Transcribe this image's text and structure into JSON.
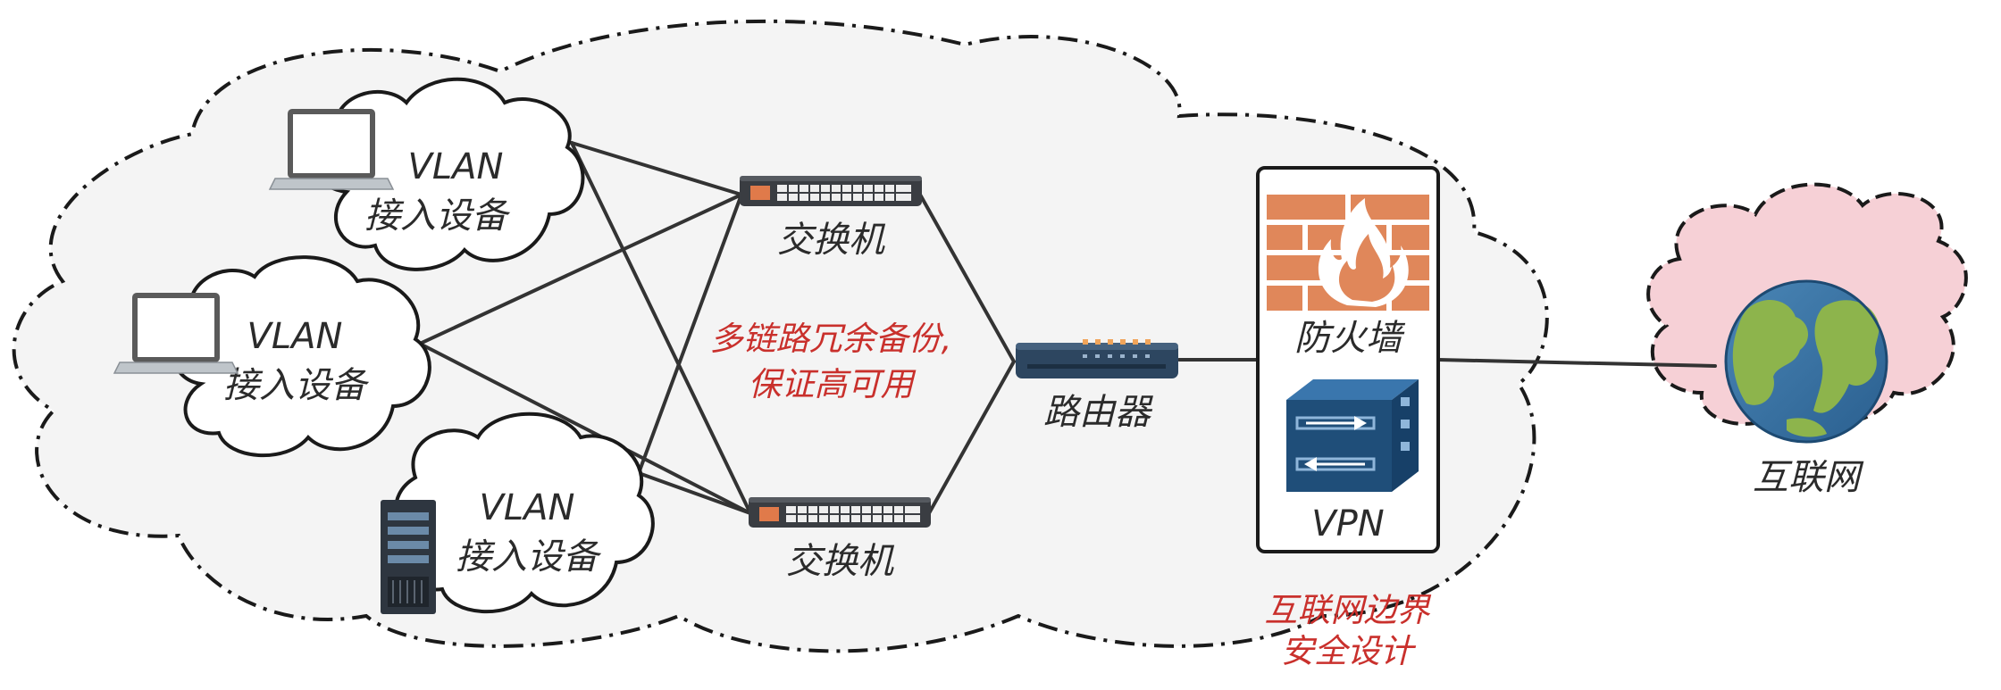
{
  "diagram": {
    "access_clouds": [
      {
        "line1": "VLAN",
        "line2": "接入设备"
      },
      {
        "line1": "VLAN",
        "line2": "接入设备"
      },
      {
        "line1": "VLAN",
        "line2": "接入设备"
      }
    ],
    "switch_top_label": "交换机",
    "switch_bottom_label": "交换机",
    "router_label": "路由器",
    "redundancy_note": {
      "line1": "多链路冗余备份,",
      "line2": "保证高可用"
    },
    "firewall_label": "防火墙",
    "vpn_label": "VPN",
    "boundary_note": {
      "line1": "互联网边界",
      "line2": "安全设计"
    },
    "internet_label": "互联网",
    "colors": {
      "accent_red": "#c9302c",
      "brick": "#e0875a",
      "internet_cloud": "#f6d0d6",
      "lan_cloud": "#f4f4f4",
      "vpn_blue": "#1f4e79"
    }
  }
}
